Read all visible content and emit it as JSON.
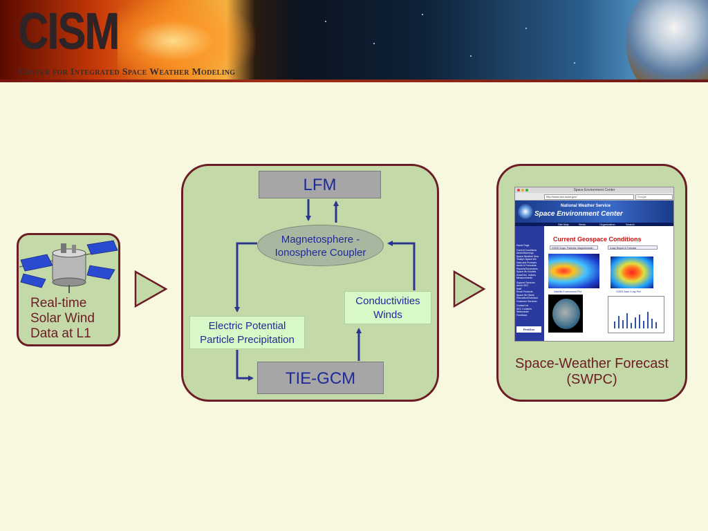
{
  "header": {
    "logo": "CISM",
    "tagline": "Center for Integrated Space Weather Modeling"
  },
  "left_panel": {
    "label": "Real-time Solar Wind Data at L1"
  },
  "core_model": {
    "lfm": "LFM",
    "coupler": "Magnetosphere - Ionosphere Coupler",
    "electric": "Electric Potential Particle Precipitation",
    "conductivities": "Conductivities Winds",
    "tiegcm": "TIE-GCM"
  },
  "right_panel": {
    "label": "Space-Weather Forecast (SWPC)"
  },
  "website": {
    "window_title": "Space Environment Center",
    "url": "http://www.sec.noaa.gov/",
    "search": "Google",
    "org": "National Weather Service",
    "title": "Space Environment Center",
    "nav": [
      "Site Map",
      "News",
      "Organization",
      "Search"
    ],
    "heading": "Current Geospace Conditions",
    "select_left": "GOES Xrays, Particles, Magnetometer",
    "select_right": "3-day Report & Forecast",
    "caption_left": "Satellite Environment Plot",
    "caption_right": "GOES Solar X-ray Plot",
    "sidebar": [
      "Home Page",
      "Current Conditions",
      "Alerts/Warnings",
      "Space Weather Now",
      "Today's Space Wx",
      "Data and Products",
      "Alerts & Forecasts",
      "Reports/Summaries",
      "Space Wx Models",
      "SolarGeo. Indices",
      "Measurements",
      "Support Services",
      "About SEC",
      "Staff",
      "Email Products",
      "Space Wx Week",
      "Education/Outreach",
      "Customer Services",
      "Contact Us",
      "SEC Contacts",
      "Webmaster",
      "Feedback"
    ],
    "firstgov": "FirstGov"
  },
  "colors": {
    "panel_fill": "#c4d9a8",
    "panel_border": "#6b1c24",
    "text_blue": "#1f2a9a",
    "arrow_blue": "#2a3590",
    "background": "#f8f8e0"
  }
}
